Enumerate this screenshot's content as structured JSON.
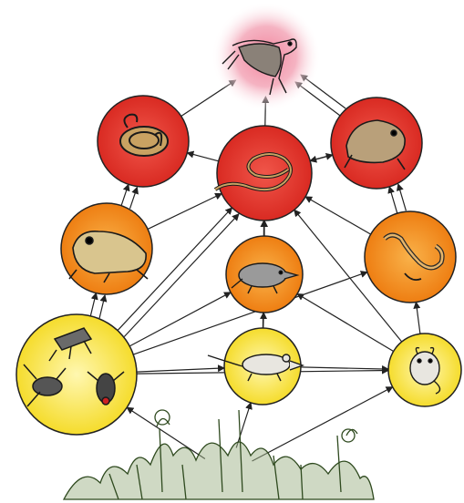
{
  "diagram": {
    "type": "food-web",
    "colors": {
      "apex": "#f3a3b5",
      "tertiary": "#e8332c",
      "secondary": "#f08a1c",
      "primary": "#f7e23e",
      "grass": "#3f5d2a",
      "arrow": "#222222"
    },
    "nodes": [
      {
        "id": "hawk",
        "icon": "hawk-icon",
        "level": "apex"
      },
      {
        "id": "snake-coiled",
        "icon": "coiled-snake-icon",
        "level": "tertiary"
      },
      {
        "id": "snake",
        "icon": "snake-icon",
        "level": "tertiary"
      },
      {
        "id": "toad",
        "icon": "toad-icon",
        "level": "tertiary"
      },
      {
        "id": "frog",
        "icon": "frog-icon",
        "level": "secondary"
      },
      {
        "id": "shrew",
        "icon": "shrew-icon",
        "level": "secondary"
      },
      {
        "id": "lizard",
        "icon": "lizard-icon",
        "level": "secondary"
      },
      {
        "id": "insects",
        "icon": "insects-icon",
        "level": "primary"
      },
      {
        "id": "mouse",
        "icon": "mouse-icon",
        "level": "primary"
      },
      {
        "id": "vole",
        "icon": "vole-icon",
        "level": "primary"
      },
      {
        "id": "plants",
        "icon": "grass-icon",
        "level": "producer"
      }
    ],
    "edges": [
      [
        "snake-coiled",
        "hawk"
      ],
      [
        "snake",
        "hawk"
      ],
      [
        "toad",
        "hawk"
      ],
      [
        "toad",
        "hawk"
      ],
      [
        "snake",
        "snake-coiled"
      ],
      [
        "toad",
        "snake"
      ],
      [
        "snake",
        "toad"
      ],
      [
        "frog",
        "snake-coiled"
      ],
      [
        "frog",
        "snake-coiled"
      ],
      [
        "frog",
        "snake"
      ],
      [
        "shrew",
        "snake"
      ],
      [
        "lizard",
        "toad"
      ],
      [
        "lizard",
        "toad"
      ],
      [
        "lizard",
        "snake"
      ],
      [
        "insects",
        "frog"
      ],
      [
        "insects",
        "frog"
      ],
      [
        "insects",
        "snake"
      ],
      [
        "insects",
        "snake"
      ],
      [
        "insects",
        "shrew"
      ],
      [
        "insects",
        "mouse"
      ],
      [
        "insects",
        "vole"
      ],
      [
        "insects",
        "lizard"
      ],
      [
        "mouse",
        "shrew"
      ],
      [
        "mouse",
        "snake"
      ],
      [
        "mouse",
        "vole"
      ],
      [
        "vole",
        "lizard"
      ],
      [
        "vole",
        "shrew"
      ],
      [
        "vole",
        "snake"
      ],
      [
        "plants",
        "insects"
      ],
      [
        "plants",
        "mouse"
      ],
      [
        "plants",
        "vole"
      ]
    ]
  }
}
